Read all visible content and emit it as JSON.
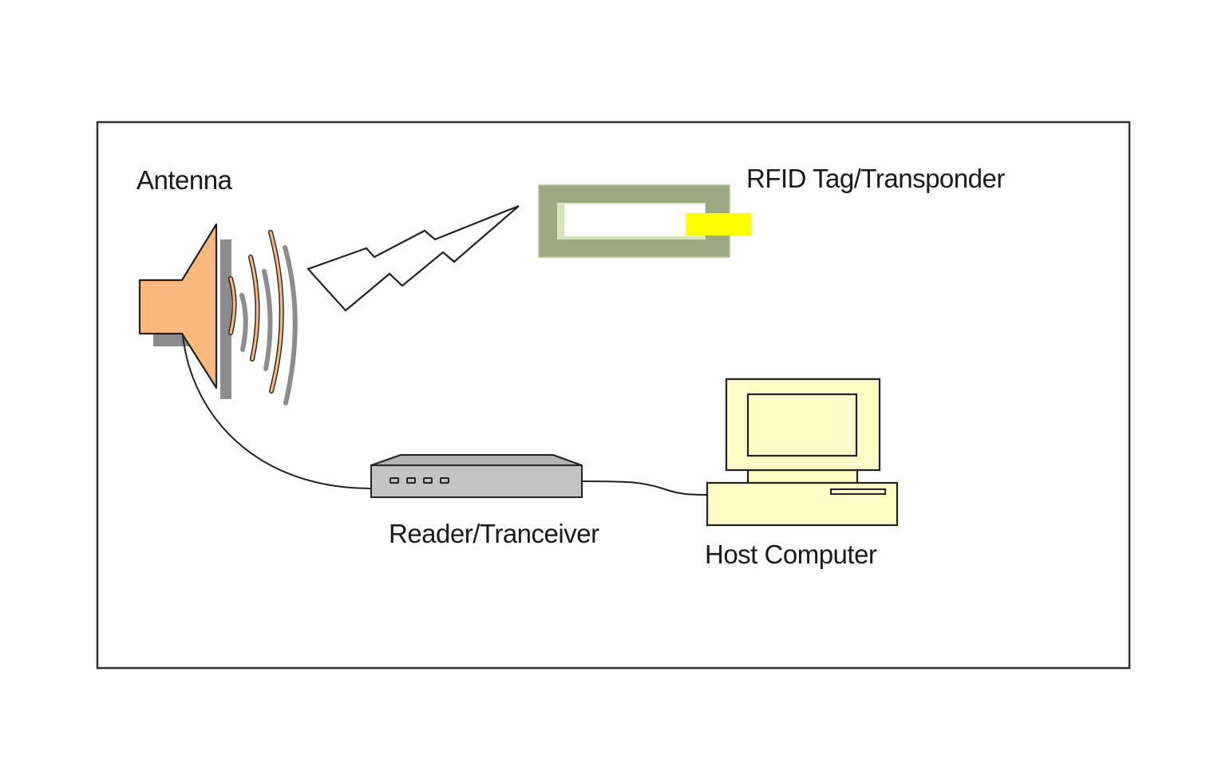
{
  "diagram": {
    "title": "RFID System Overview",
    "labels": {
      "antenna": "Antenna",
      "tag": "RFID Tag/Transponder",
      "reader": "Reader/Tranceiver",
      "host": "Host Computer"
    },
    "components": [
      {
        "id": "antenna",
        "icon": "speaker-antenna-icon",
        "color": "#FDB97D"
      },
      {
        "id": "tag",
        "icon": "rfid-tag-icon",
        "color": "#9CA87E",
        "chip_color": "#FFFF00"
      },
      {
        "id": "reader",
        "icon": "reader-device-icon",
        "color": "#C4C4C4",
        "indicator_count": 4
      },
      {
        "id": "host",
        "icon": "desktop-computer-icon",
        "color": "#FFFCC8"
      }
    ],
    "connections": [
      {
        "from": "antenna",
        "to": "reader",
        "type": "cable"
      },
      {
        "from": "reader",
        "to": "host",
        "type": "cable"
      },
      {
        "from": "antenna",
        "to": "tag",
        "type": "wireless-signal"
      }
    ]
  }
}
